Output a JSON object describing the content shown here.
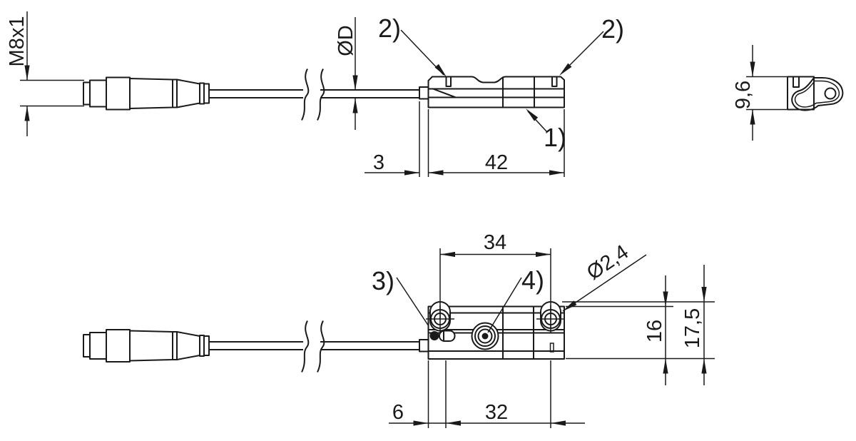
{
  "drawing": {
    "labels": {
      "thread": "M8x1",
      "cable_diameter": "ØD",
      "length_3": "3",
      "length_42": "42",
      "height_9_6": "9,6",
      "length_34": "34",
      "hole_diameter": "Ø2,4",
      "height_16": "16",
      "height_17_5": "17,5",
      "length_6": "6",
      "length_32": "32"
    },
    "notes": {
      "note_1": "1)",
      "note_2": "2)",
      "note_3": "3)",
      "note_4": "4)"
    },
    "colors": {
      "line": "#1a1a1a",
      "background": "#ffffff"
    }
  }
}
